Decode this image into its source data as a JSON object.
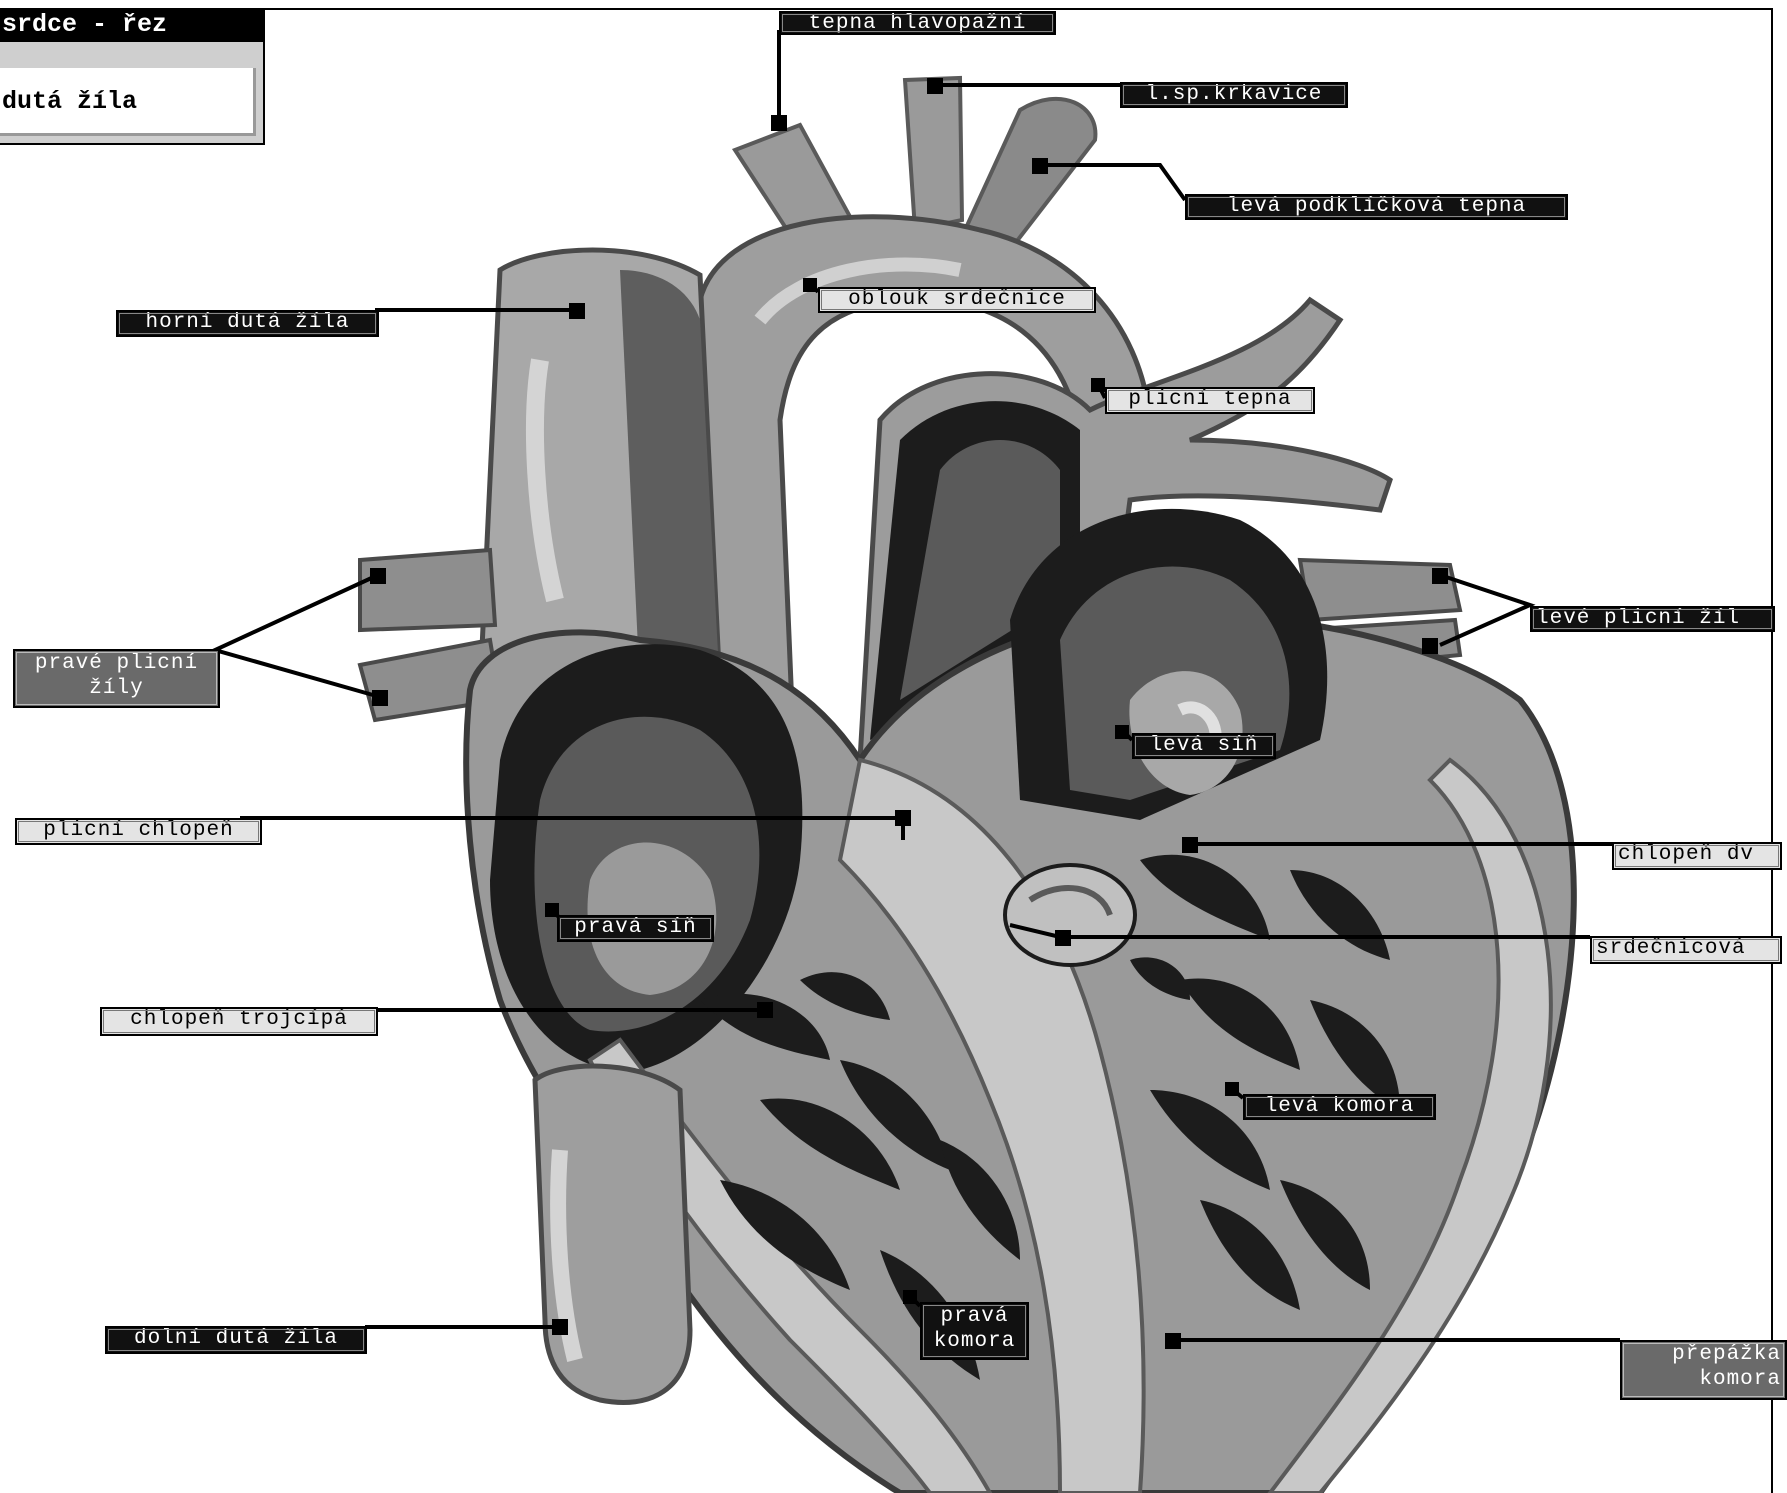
{
  "title_box": {
    "title": "srdce - řez",
    "answer": "dutá žíla"
  },
  "labels": {
    "tepna_hlavopazni": "tepna hlavopažní",
    "l_sp_krkavice": "l.sp.krkavice",
    "leva_podklickova_tepna": "levá podklíčková tepna",
    "oblouk_srdecnice": "oblouk srdečnice",
    "horni_duta_zila": "horní dutá žíla",
    "plicni_tepna": "plicní tepna",
    "prave_plicni_zily": "pravé plicní žíly",
    "leve_plicni_zily": "levé plicní žíl",
    "leva_sin": "levá síň",
    "plicni_chlopen": "plicní chlopeň",
    "chlopen_dv": "chlopeň dv",
    "prava_sin": "pravá síň",
    "srdecnicova": "srdečnicová",
    "chlopen_trojcipa": "chlopeň trojcípá",
    "leva_komora": "levá komora",
    "prava_komora": "pravá komora",
    "dolni_duta_zila": "dolní dutá žíla",
    "prepazka_komor": "přepážka komora"
  },
  "colors": {
    "background": "#ffffff",
    "label_dark": "#111111",
    "label_light": "#e4e4e4",
    "label_mid": "#6a6a6a",
    "tissue_dark": "#1c1c1c",
    "tissue_mid": "#5a5a5a",
    "tissue_light": "#9a9a9a",
    "tissue_pale": "#c8c8c8"
  }
}
